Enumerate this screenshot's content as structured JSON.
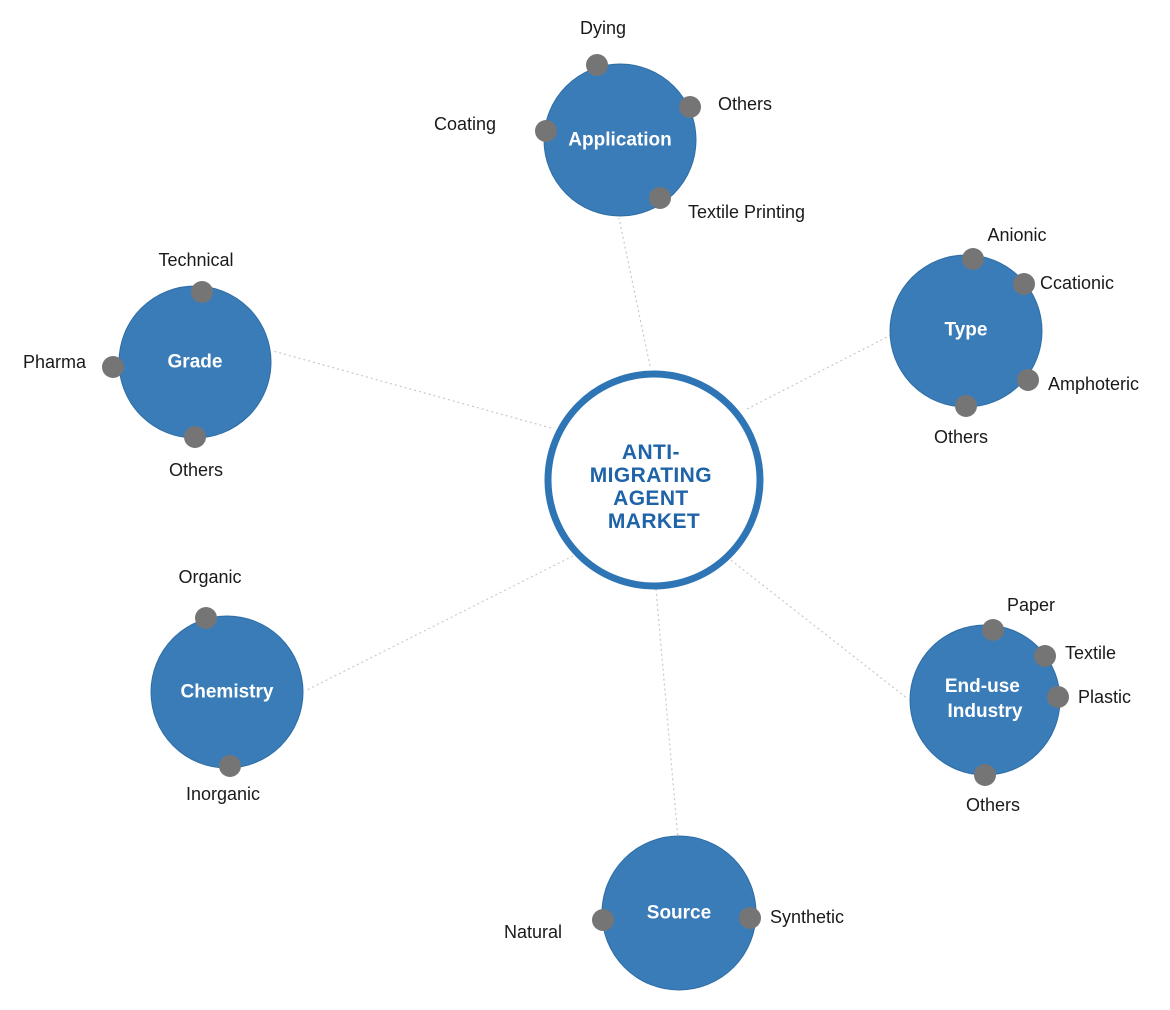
{
  "title": "ANTI-MIGRATING AGENT MARKET",
  "colors": {
    "circle_fill": "#3a7cb8",
    "circle_edge": "#2e6da4",
    "center_ring": "#2e75b6",
    "center_text": "#1f63a8",
    "dot": "#757575",
    "connector": "#c9c9c9",
    "label_text": "#1a1a1a"
  },
  "center": {
    "lines": [
      "ANTI-",
      "MIGRATING",
      "AGENT",
      "MARKET"
    ]
  },
  "segments": [
    {
      "label": "Application",
      "items": [
        "Dying",
        "Others",
        "Coating",
        "Textile Printing"
      ]
    },
    {
      "label": "Type",
      "items": [
        "Anionic",
        "Ccationic",
        "Amphoteric",
        "Others"
      ]
    },
    {
      "label": "Grade",
      "items": [
        "Technical",
        "Pharma",
        "Others"
      ]
    },
    {
      "label": "End-use Industry",
      "label_lines": [
        "End-use",
        "Industry"
      ],
      "items": [
        "Paper",
        "Textile",
        "Plastic",
        "Others"
      ]
    },
    {
      "label": "Chemistry",
      "items": [
        "Organic",
        "Inorganic"
      ]
    },
    {
      "label": "Source",
      "items": [
        "Natural",
        "Synthetic"
      ]
    }
  ]
}
